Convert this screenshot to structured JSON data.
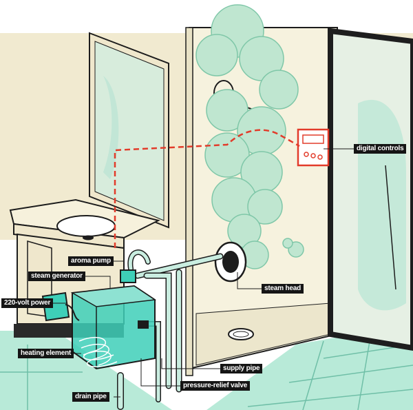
{
  "labels": {
    "digital_controls": "digital controls",
    "aroma_pump": "aroma pump",
    "steam_generator": "steam generator",
    "power": "220-volt power",
    "steam_head": "steam head",
    "heating_element": "heating element",
    "supply_pipe": "supply pipe",
    "pressure_relief_valve": "pressure-relief valve",
    "drain_pipe": "drain pipe"
  },
  "colors": {
    "wall": "#f1ead0",
    "tile": "#b8ead8",
    "steam": "#bfe6d0",
    "generator": "#3ecfb8",
    "pipe": "#c9ede0",
    "control_line": "#e23b2a",
    "outline": "#1c1c1c",
    "door_frame": "#1e1e1e"
  }
}
